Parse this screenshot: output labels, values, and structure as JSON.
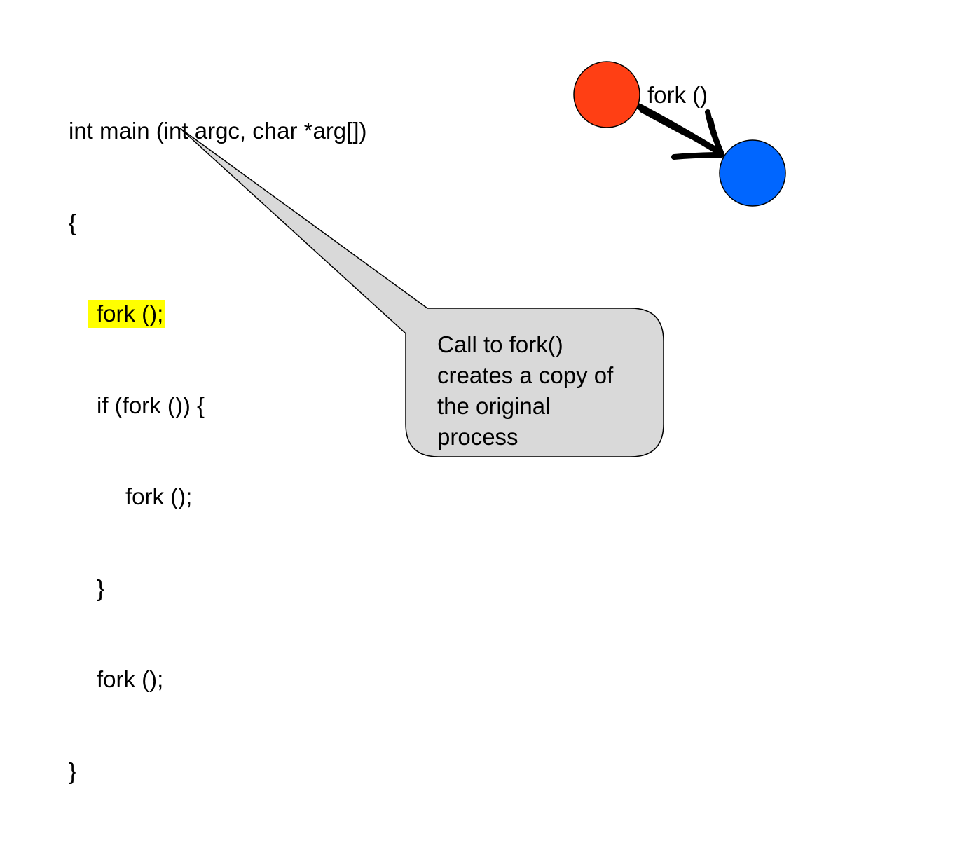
{
  "code": {
    "lines": [
      "int main (int argc, char *arg[])",
      "{",
      "fork ();",
      "if (fork ()) {",
      "fork ();",
      "}",
      "fork ();",
      "}"
    ],
    "highlight_color": "#ffff00"
  },
  "callout": {
    "text": "Call to fork()\ncreates a copy of\nthe original\nprocess",
    "fill_color": "#d9d9d9"
  },
  "process_diagram": {
    "arrow_label": "fork ()",
    "parent_color": "#ff3f14",
    "child_color": "#0066ff"
  }
}
